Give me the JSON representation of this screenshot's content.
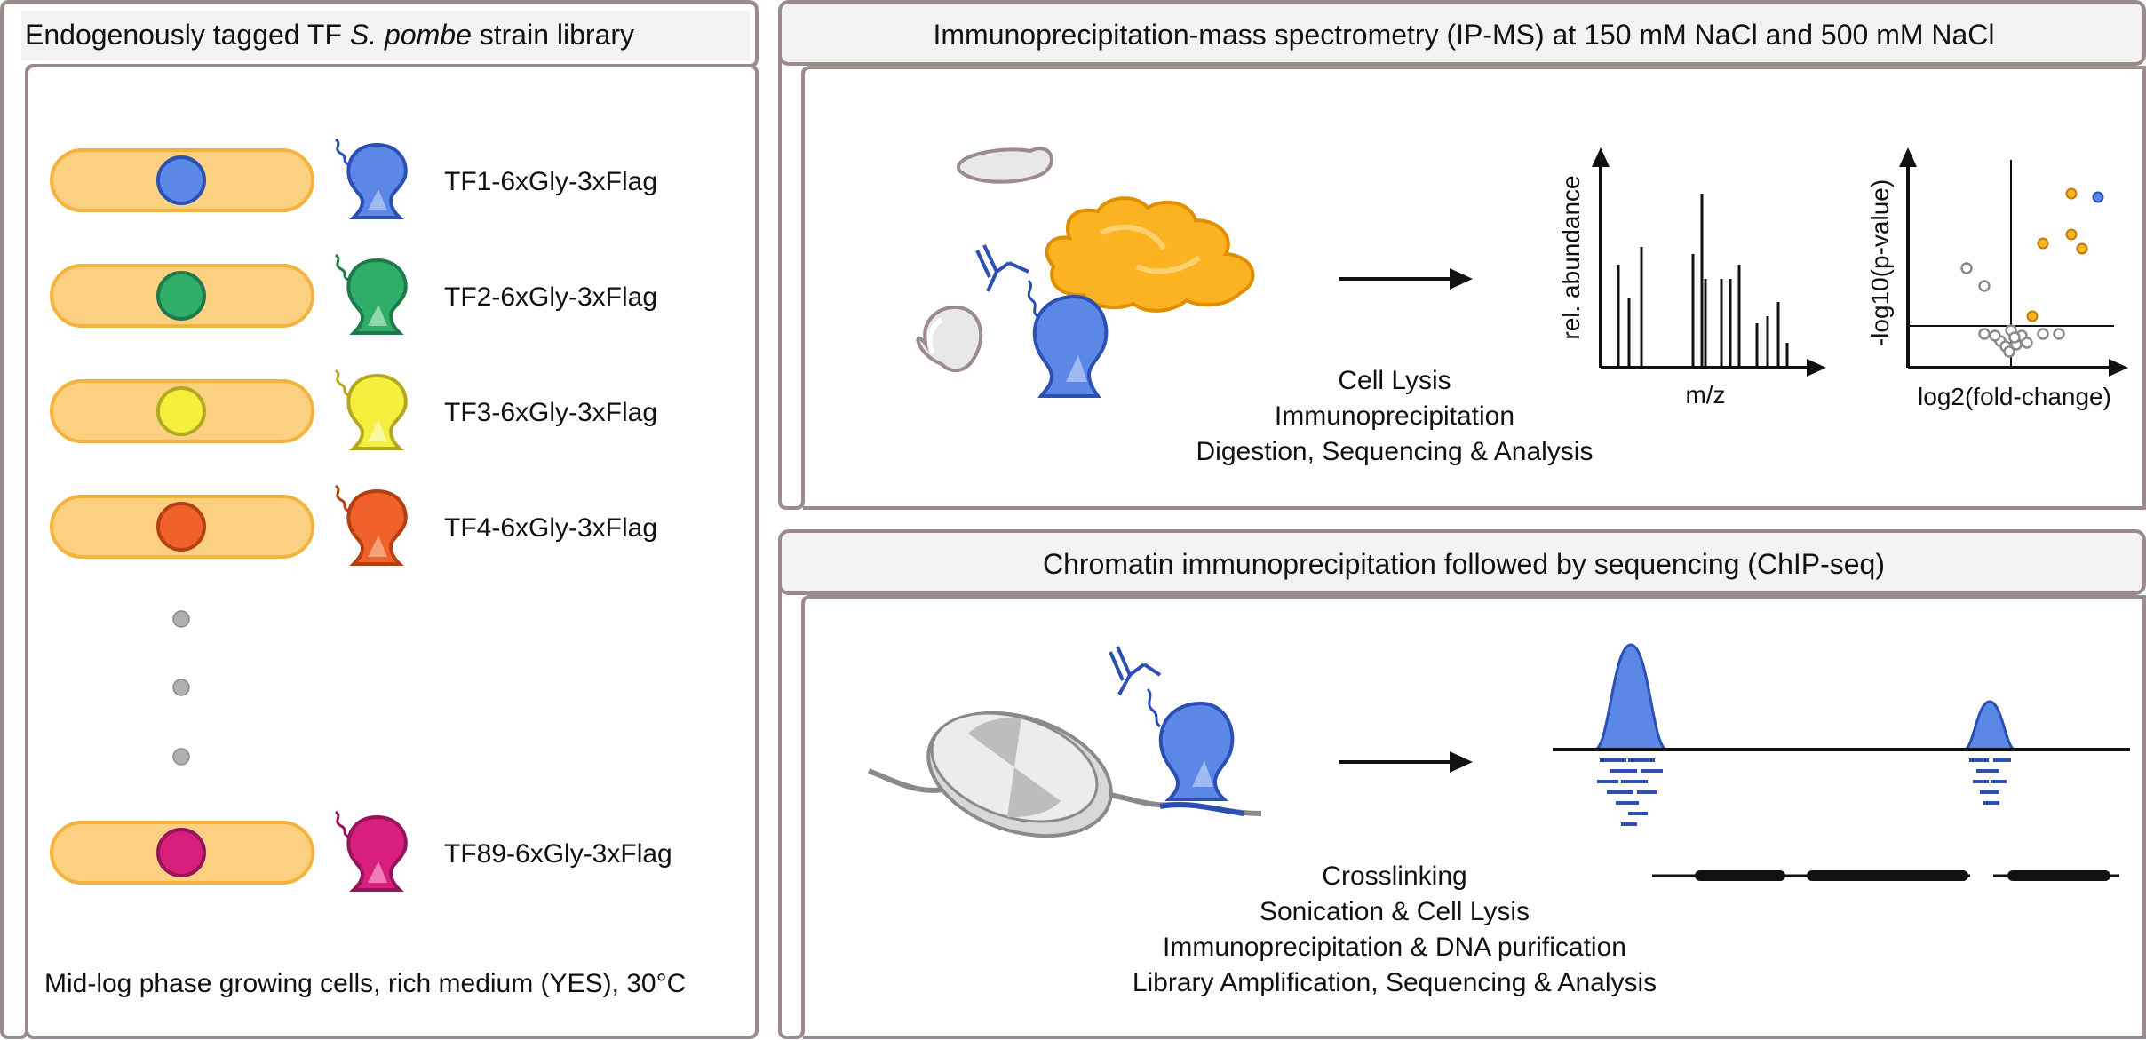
{
  "left_panel": {
    "title_pre": "Endogenously tagged TF ",
    "title_species": "S. pombe",
    "title_post": " strain library",
    "strains": [
      {
        "label": "TF1-6xGly-3xFlag",
        "color": "#5b87e6",
        "light": "#9fbaf2",
        "stroke": "#2b4fb3"
      },
      {
        "label": "TF2-6xGly-3xFlag",
        "color": "#2fae6a",
        "light": "#8fd7ad",
        "stroke": "#1f7a49"
      },
      {
        "label": "TF3-6xGly-3xFlag",
        "color": "#f6ef3c",
        "light": "#fbf7a0",
        "stroke": "#b3a920"
      },
      {
        "label": "TF4-6xGly-3xFlag",
        "color": "#f0622a",
        "light": "#f7a07a",
        "stroke": "#b43f12"
      },
      {
        "label": "TF89-6xGly-3xFlag",
        "color": "#d81f7c",
        "light": "#ee7fb6",
        "stroke": "#96145a"
      }
    ],
    "footer": "Mid-log phase growing cells, rich medium (YES), 30°C"
  },
  "ipms_panel": {
    "title": "Immunoprecipitation-mass spectrometry (IP-MS) at 150 mM NaCl and 500 mM NaCl",
    "steps": [
      "Cell Lysis",
      "Immunoprecipitation",
      "Digestion, Sequencing & Analysis"
    ],
    "spectrum": {
      "ylabel": "rel. abundance",
      "xlabel": "m/z"
    },
    "volcano": {
      "ylabel": "-log10(p-value)",
      "xlabel": "log2(fold-change)"
    }
  },
  "chip_panel": {
    "title": "Chromatin immunoprecipitation followed by sequencing (ChIP-seq)",
    "steps": [
      "Crosslinking",
      "Sonication & Cell Lysis",
      "Immunoprecipitation & DNA purification",
      "Library Amplification, Sequencing & Analysis"
    ]
  },
  "colors": {
    "frame": "#9b8b8b",
    "cell_fill": "#fbd081",
    "cell_stroke": "#f4b33c",
    "complex_fill": "#fbb321",
    "complex_stroke": "#e08f00",
    "tf_blue": "#5b87e6",
    "tf_blue_dark": "#2b4fb3"
  }
}
